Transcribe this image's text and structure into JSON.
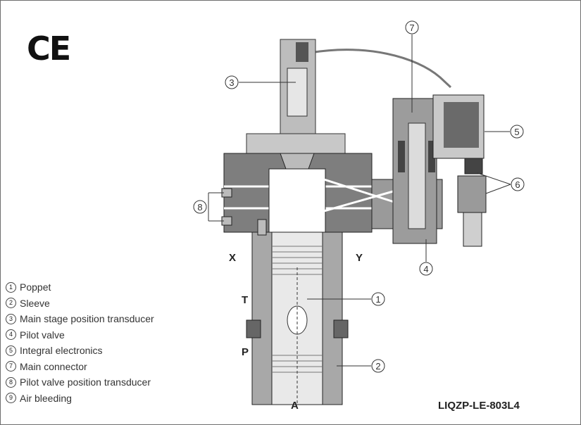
{
  "mark": "CE",
  "legend": [
    {
      "num": "1",
      "label": "Poppet"
    },
    {
      "num": "2",
      "label": "Sleeve"
    },
    {
      "num": "3",
      "label": "Main stage position transducer"
    },
    {
      "num": "4",
      "label": "Pilot valve"
    },
    {
      "num": "5",
      "label": "Integral electronics"
    },
    {
      "num": "7",
      "label": "Main connector"
    },
    {
      "num": "8",
      "label": "Pilot valve position transducer"
    },
    {
      "num": "9",
      "label": "Air bleeding"
    }
  ],
  "ports": {
    "x": "X",
    "y": "Y",
    "t": "T",
    "p": "P",
    "a": "A"
  },
  "callouts": {
    "c1": "1",
    "c2": "2",
    "c3": "3",
    "c4": "4",
    "c5": "5",
    "c6": "6",
    "c7": "7",
    "c8": "8"
  },
  "model": "LIQZP-LE-803L4"
}
